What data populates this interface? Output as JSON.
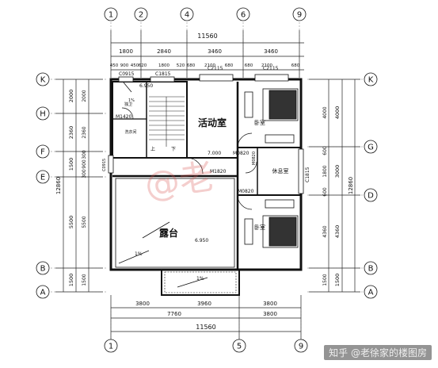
{
  "axes_top": [
    "1",
    "2",
    "4",
    "6",
    "9"
  ],
  "axes_bottom": [
    "1",
    "5",
    "9"
  ],
  "axes_left": [
    "K",
    "H",
    "F",
    "E",
    "B",
    "A"
  ],
  "axes_right": [
    "K",
    "G",
    "D",
    "B",
    "A"
  ],
  "dims_top_total": "11560",
  "dims_top_row1": [
    "1800",
    "2840",
    "3460",
    "3460"
  ],
  "dims_top_row2": [
    "450",
    "900",
    "450",
    "620",
    "1800",
    "520",
    "680",
    "2100",
    "680",
    "680",
    "2100",
    "680"
  ],
  "dims_bottom_row1": [
    "3800",
    "3960",
    "3800"
  ],
  "dims_bottom_row2": [
    "7760",
    "3800"
  ],
  "dims_bottom_total": "11560",
  "dims_left_outer": [
    "2000",
    "2360",
    "1500",
    "5500",
    "1500"
  ],
  "dims_left_inner": [
    "2000",
    "2360",
    "300",
    "900",
    "300",
    "5500",
    "1500"
  ],
  "dims_left_total": "12860",
  "dims_right_outer": [
    "4000",
    "3000",
    "4360",
    "1500"
  ],
  "dims_right_inner": [
    "4000",
    "600",
    "1800",
    "600",
    "4360",
    "1500"
  ],
  "dims_right_total": "12860",
  "rooms": {
    "activity": "活动室",
    "terrace": "露台",
    "bedroom1": "卧室",
    "bedroom2": "卧室",
    "lounge": "休息室",
    "laundry": "洗衣间",
    "toilet": "独卫"
  },
  "labels": {
    "c0915_top": "C0915",
    "c1815_top": "C1815",
    "c2115_a": "C2115",
    "c2115_b": "C2115",
    "c0915_left": "C0915",
    "c1815_right": "C1815",
    "m1420": "M1420",
    "m0820_a": "M0820",
    "m0820_b": "M0820",
    "m0820_c": "M0820",
    "m1820": "M1820",
    "elev_6950_stair": "6.950",
    "elev_7000": "7.000",
    "elev_6950_terrace": "6.950",
    "slope_1pct_a": "1%",
    "slope_1pct_b": "1%",
    "slope_1pct_c": "1%",
    "stair_up": "上",
    "stair_down": "下"
  },
  "watermark": "@老",
  "credit": "知乎 @老徐家的楼图房"
}
